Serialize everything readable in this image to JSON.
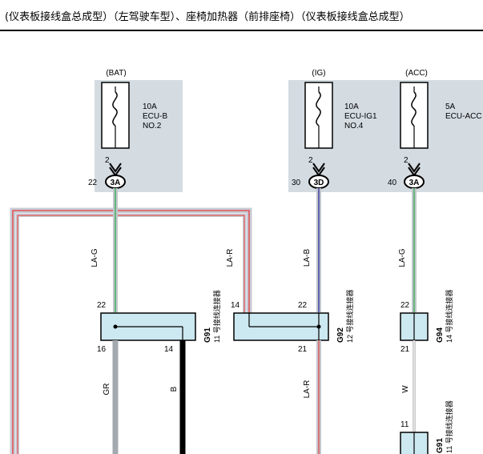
{
  "header": {
    "title": "(仪表板接线盒总成型）（左驾驶车型）、座椅加热器（前排座椅）（仪表板接线盒总成型）"
  },
  "power_sources": [
    {
      "source": "(BAT)",
      "rating": "10A",
      "fuse": "ECU-B",
      "number": "NO.2",
      "terminal": "2",
      "connector": "3A",
      "pin": "22"
    },
    {
      "source": "(IG)",
      "rating": "10A",
      "fuse": "ECU-IG1",
      "number": "NO.4",
      "terminal": "2",
      "connector": "3D",
      "pin": "30"
    },
    {
      "source": "(ACC)",
      "rating": "5A",
      "fuse": "ECU-ACC",
      "number": "",
      "terminal": "2",
      "connector": "3A",
      "pin": "40"
    }
  ],
  "wires": {
    "bat_drop": "LA-G",
    "loop_right": "LA-R",
    "ig_drop": "LA-B",
    "acc_drop": "LA-G",
    "g91_out_16": "GR",
    "g91_out_14": "B",
    "g92_out_21": "LA-R",
    "g94_out_21": "W"
  },
  "connectors": {
    "g91": {
      "code": "G91",
      "desc": "11 号接线连接器",
      "pin_in": "22",
      "pin_out_left": "16",
      "pin_out_right": "14"
    },
    "g92": {
      "code": "G92",
      "desc": "12 号接线连接器",
      "pin_in_left": "14",
      "pin_in_right": "22",
      "pin_out": "21"
    },
    "g94": {
      "code": "G94",
      "desc": "14 号接线连接器",
      "pin_in": "22",
      "pin_out": "21"
    },
    "g91b": {
      "code": "G91",
      "desc": "11 号接线连接器",
      "pin_in": "11"
    }
  }
}
